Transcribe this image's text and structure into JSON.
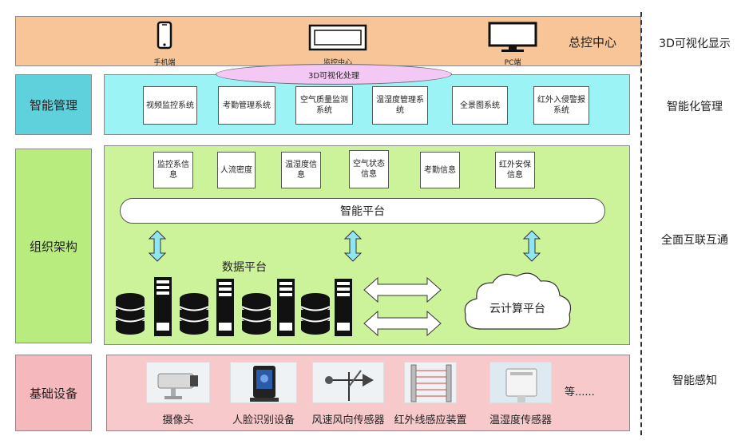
{
  "display": {
    "title": "总控中心",
    "devices": [
      {
        "label": "手机端",
        "icon": "phone-icon"
      },
      {
        "label": "监控中心",
        "icon": "monitor-center-icon"
      },
      {
        "label": "PC端",
        "icon": "pc-monitor-icon"
      }
    ],
    "ellipse_label": "3D可视化处理"
  },
  "management": {
    "title": "智能管理",
    "systems": [
      "视频监控系统",
      "考勤管理系统",
      "空气质量监测系统",
      "温湿度管理系统",
      "全景图系统",
      "红外入侵警报系统"
    ]
  },
  "organization": {
    "title": "组织架构",
    "info": [
      "监控系信息",
      "人流密度",
      "温湿度信息",
      "空气状态信息",
      "考勤信息",
      "红外安保信息"
    ],
    "platform": "智能平台",
    "data_platform": "数据平台",
    "cloud": "云计算平台"
  },
  "base": {
    "title": "基础设备",
    "devices": [
      "摄像头",
      "人脸识别设备",
      "风速风向传感器",
      "红外线感应装置",
      "温湿度传感器"
    ],
    "etc": "等......"
  },
  "side_labels": [
    "3D可视化显示",
    "智能化管理",
    "全面互联互通",
    "智能感知"
  ],
  "colors": {
    "top": "#f8c598",
    "mgmt_left": "#5ed1dd",
    "mgmt_right": "#9cf3f6",
    "org_left": "#b9ec7e",
    "org_right": "#cdf39a",
    "base_left": "#f5b9bd",
    "base_right": "#f8c9cb",
    "arrow": "#8fe6f0"
  }
}
